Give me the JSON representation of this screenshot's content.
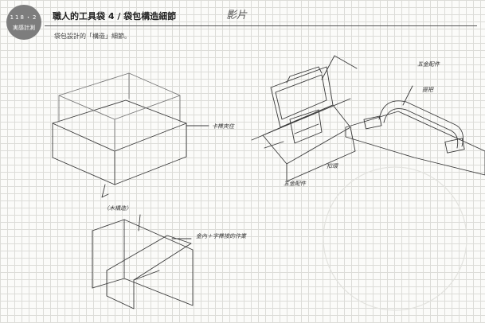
{
  "header": {
    "badge_number": "118・2",
    "badge_tag": "実感計測",
    "title": "職人的工具袋 4 / 袋包構造細節",
    "signature": "影片",
    "subtitle": "袋包設計的「構造」細節。"
  },
  "annotations": {
    "box_note": "卡榫夾住",
    "joint_label": "〈木構造〉",
    "joint_note": "金內＋字榫接的作業",
    "handle_label_top": "五金配件",
    "handle_label_mid": "提把",
    "bag_label": "五金配件",
    "bag_label_small": "扣環"
  }
}
